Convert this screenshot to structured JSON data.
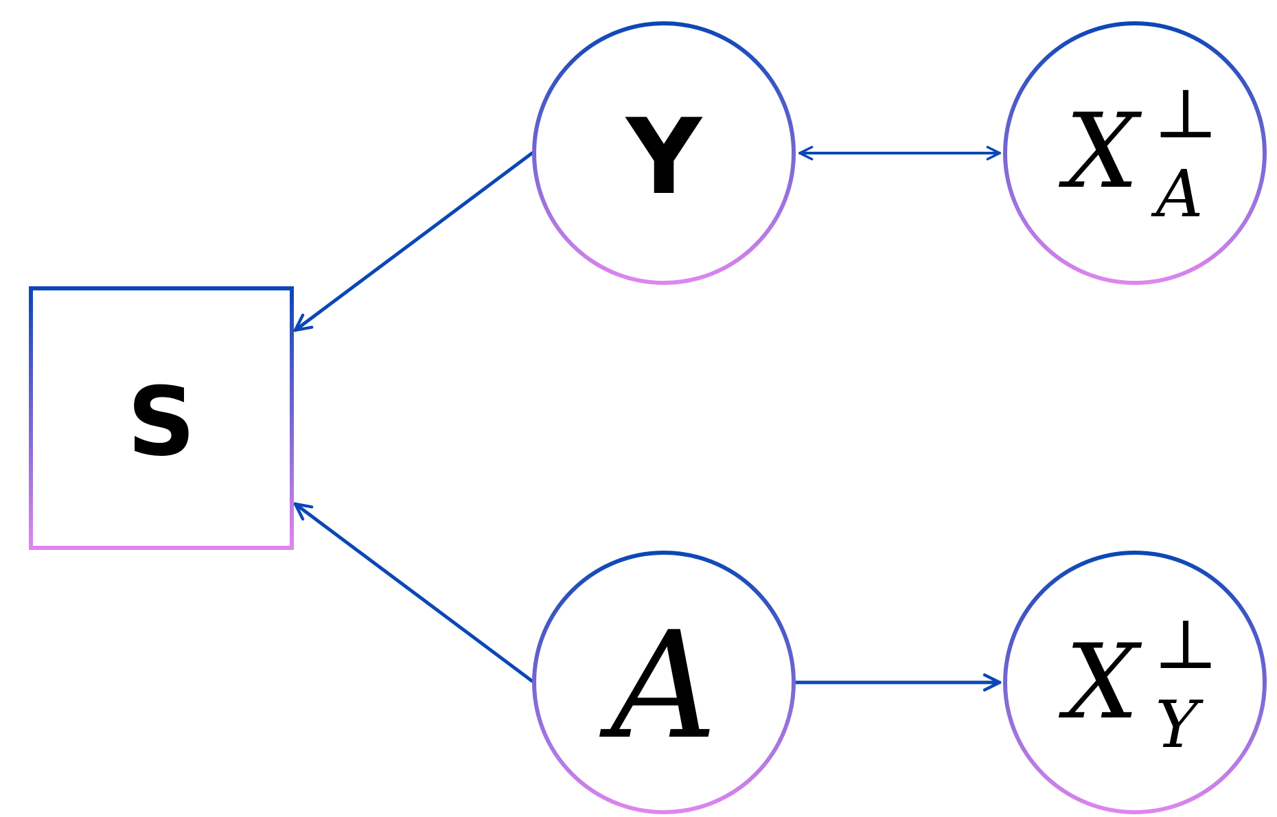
{
  "colors": {
    "edge": "#0b47b5",
    "border_top": "#0b47b5",
    "border_bottom": "#df86ee",
    "text": "#000000",
    "background": "#ffffff"
  },
  "nodes": {
    "s": {
      "label": "S"
    },
    "y": {
      "label": "Y"
    },
    "a": {
      "label": "A"
    },
    "x_perp_a": {
      "base": "X",
      "superscript": "⊥",
      "subscript": "A"
    },
    "x_perp_y": {
      "base": "X",
      "superscript": "⊥",
      "subscript": "Y"
    }
  },
  "edges": [
    {
      "from": "Y",
      "to": "S",
      "kind": "directed"
    },
    {
      "from": "A",
      "to": "S",
      "kind": "directed"
    },
    {
      "from": "Y",
      "to": "X⊥A",
      "kind": "bidirected"
    },
    {
      "from": "A",
      "to": "X⊥Y",
      "kind": "directed"
    }
  ]
}
